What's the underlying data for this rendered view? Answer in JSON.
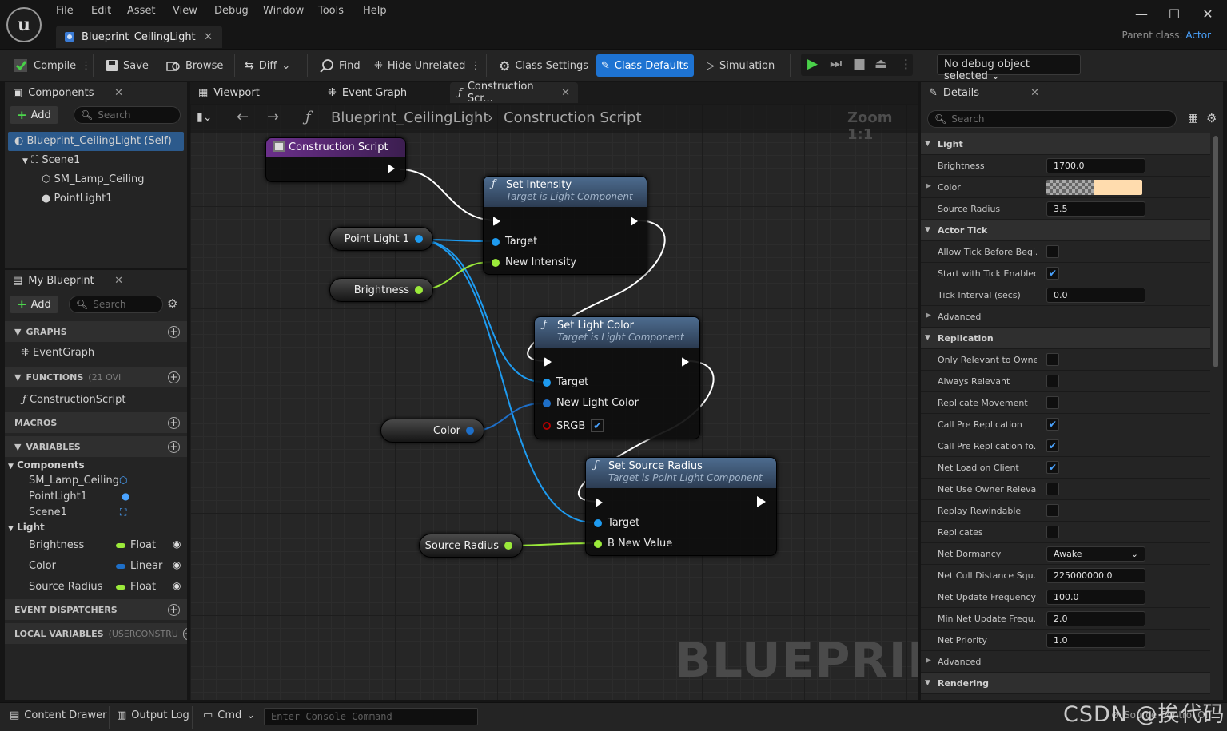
{
  "app": {
    "title": "Blueprint_CeilingLight",
    "parent_class_label": "Parent class:",
    "parent_class_value": "Actor"
  },
  "menu": [
    "File",
    "Edit",
    "Asset",
    "View",
    "Debug",
    "Window",
    "Tools",
    "Help"
  ],
  "toolbar": {
    "compile": "Compile",
    "save": "Save",
    "browse": "Browse",
    "diff": "Diff",
    "find": "Find",
    "hide_unrelated": "Hide Unrelated",
    "class_settings": "Class Settings",
    "class_defaults": "Class Defaults",
    "simulation": "Simulation",
    "debug_object": "No debug object selected"
  },
  "components": {
    "tab": "Components",
    "add": "Add",
    "search_placeholder": "Search",
    "items": [
      "Blueprint_CeilingLight (Self)",
      "Scene1",
      "SM_Lamp_Ceiling",
      "PointLight1"
    ]
  },
  "my_blueprint": {
    "tab": "My Blueprint",
    "add": "Add",
    "search_placeholder": "Search",
    "graphs_label": "GRAPHS",
    "event_graph": "EventGraph",
    "functions_label": "FUNCTIONS",
    "functions_extra": "(21 OVI",
    "construction_script": "ConstructionScript",
    "macros_label": "MACROS",
    "variables_label": "VARIABLES",
    "cat_components": "Components",
    "comp_vars": [
      "SM_Lamp_Ceiling",
      "PointLight1",
      "Scene1"
    ],
    "cat_light": "Light",
    "light_vars": [
      {
        "name": "Brightness",
        "type": "Float"
      },
      {
        "name": "Color",
        "type": "Linear C"
      },
      {
        "name": "Source Radius",
        "type": "Float"
      }
    ],
    "event_dispatchers_label": "EVENT DISPATCHERS",
    "local_vars_label": "LOCAL VARIABLES",
    "local_vars_extra": "(USERCONSTRU"
  },
  "graph": {
    "tabs": [
      "Viewport",
      "Event Graph",
      "Construction Scr..."
    ],
    "crumb_root": "Blueprint_CeilingLight",
    "crumb_leaf": "Construction Script",
    "zoom": "Zoom 1:1",
    "watermark": "BLUEPRINT",
    "nodes": {
      "construction": "Construction Script",
      "set_intensity": {
        "title": "Set Intensity",
        "sub": "Target is Light Component",
        "pins": [
          "Target",
          "New Intensity"
        ]
      },
      "set_color": {
        "title": "Set Light Color",
        "sub": "Target is Light Component",
        "pins": [
          "Target",
          "New Light Color",
          "SRGB"
        ]
      },
      "set_radius": {
        "title": "Set Source Radius",
        "sub": "Target is Point Light Component",
        "pins": [
          "Target",
          "B New Value"
        ]
      }
    },
    "getters": [
      "Point Light 1",
      "Brightness",
      "Color",
      "Source Radius"
    ]
  },
  "details": {
    "tab": "Details",
    "search_placeholder": "Search",
    "cat_light": "Light",
    "brightness_label": "Brightness",
    "brightness_value": "1700.0",
    "color_label": "Color",
    "source_radius_label": "Source Radius",
    "source_radius_value": "3.5",
    "cat_actor_tick": "Actor Tick",
    "tick_before": "Allow Tick Before Begi...",
    "tick_enabled": "Start with Tick Enabled",
    "tick_interval": "Tick Interval (secs)",
    "tick_interval_value": "0.0",
    "advanced": "Advanced",
    "cat_replication": "Replication",
    "rep_rows": [
      "Only Relevant to Owner",
      "Always Relevant",
      "Replicate Movement",
      "Call Pre Replication",
      "Call Pre Replication fo...",
      "Net Load on Client",
      "Net Use Owner Releva...",
      "Replay Rewindable",
      "Replicates"
    ],
    "rep_checks": [
      false,
      false,
      false,
      true,
      true,
      true,
      false,
      false,
      false
    ],
    "net_dormancy": "Net Dormancy",
    "net_dormancy_value": "Awake",
    "net_cull": "Net Cull Distance Squ...",
    "net_cull_value": "225000000.0",
    "net_update": "Net Update Frequency",
    "net_update_value": "100.0",
    "min_net_update": "Min Net Update Frequ...",
    "min_net_update_value": "2.0",
    "net_priority": "Net Priority",
    "net_priority_value": "1.0",
    "advanced2": "Advanced",
    "cat_rendering": "Rendering"
  },
  "bottom": {
    "content_drawer": "Content Drawer",
    "output_log": "Output Log",
    "cmd": "Cmd",
    "console_placeholder": "Enter Console Command",
    "source_control": "Source Control Off",
    "csdn": "CSDN @挨代码"
  },
  "colors": {
    "accent": "#1e73d2",
    "exec": "#ffffff",
    "object_pin": "#1e9bf0",
    "float_pin": "#9bea3a",
    "color_pin": "#1e6fc8"
  }
}
